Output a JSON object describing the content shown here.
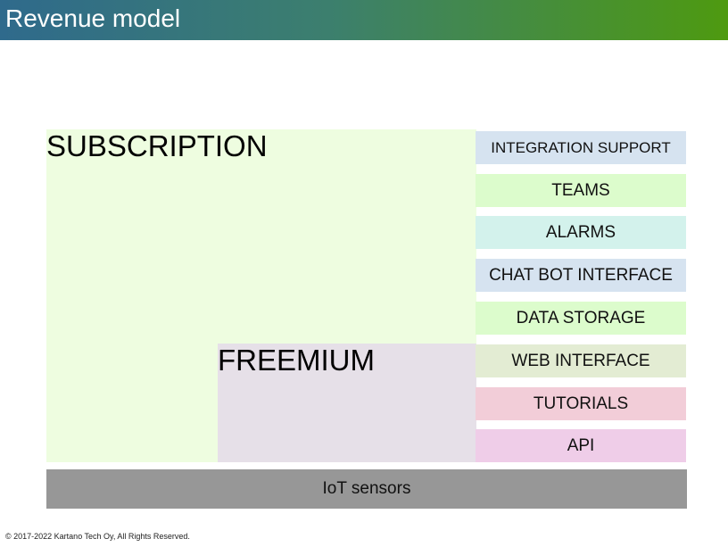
{
  "header": {
    "title": "Revenue model"
  },
  "tiers": {
    "subscription": {
      "label": "SUBSCRIPTION",
      "color": "#eefde0"
    },
    "freemium": {
      "label": "FREEMIUM",
      "color": "#e6e0e8"
    }
  },
  "features": [
    {
      "label": "INTEGRATION SUPPORT",
      "color": "#d6e3f0"
    },
    {
      "label": "TEAMS",
      "color": "#dcfccc"
    },
    {
      "label": "ALARMS",
      "color": "#d3f2ec"
    },
    {
      "label": "CHAT BOT INTERFACE",
      "color": "#d6e3f0"
    },
    {
      "label": "DATA STORAGE",
      "color": "#dcfccc"
    },
    {
      "label": "WEB INTERFACE",
      "color": "#e3ecd3"
    },
    {
      "label": "TUTORIALS",
      "color": "#f2cdd8"
    },
    {
      "label": "API",
      "color": "#efcde8"
    }
  ],
  "base": {
    "label": "IoT sensors",
    "color": "#979797"
  },
  "footer": {
    "copyright": "© 2017-2022 Kartano Tech Oy, All Rights Reserved."
  }
}
